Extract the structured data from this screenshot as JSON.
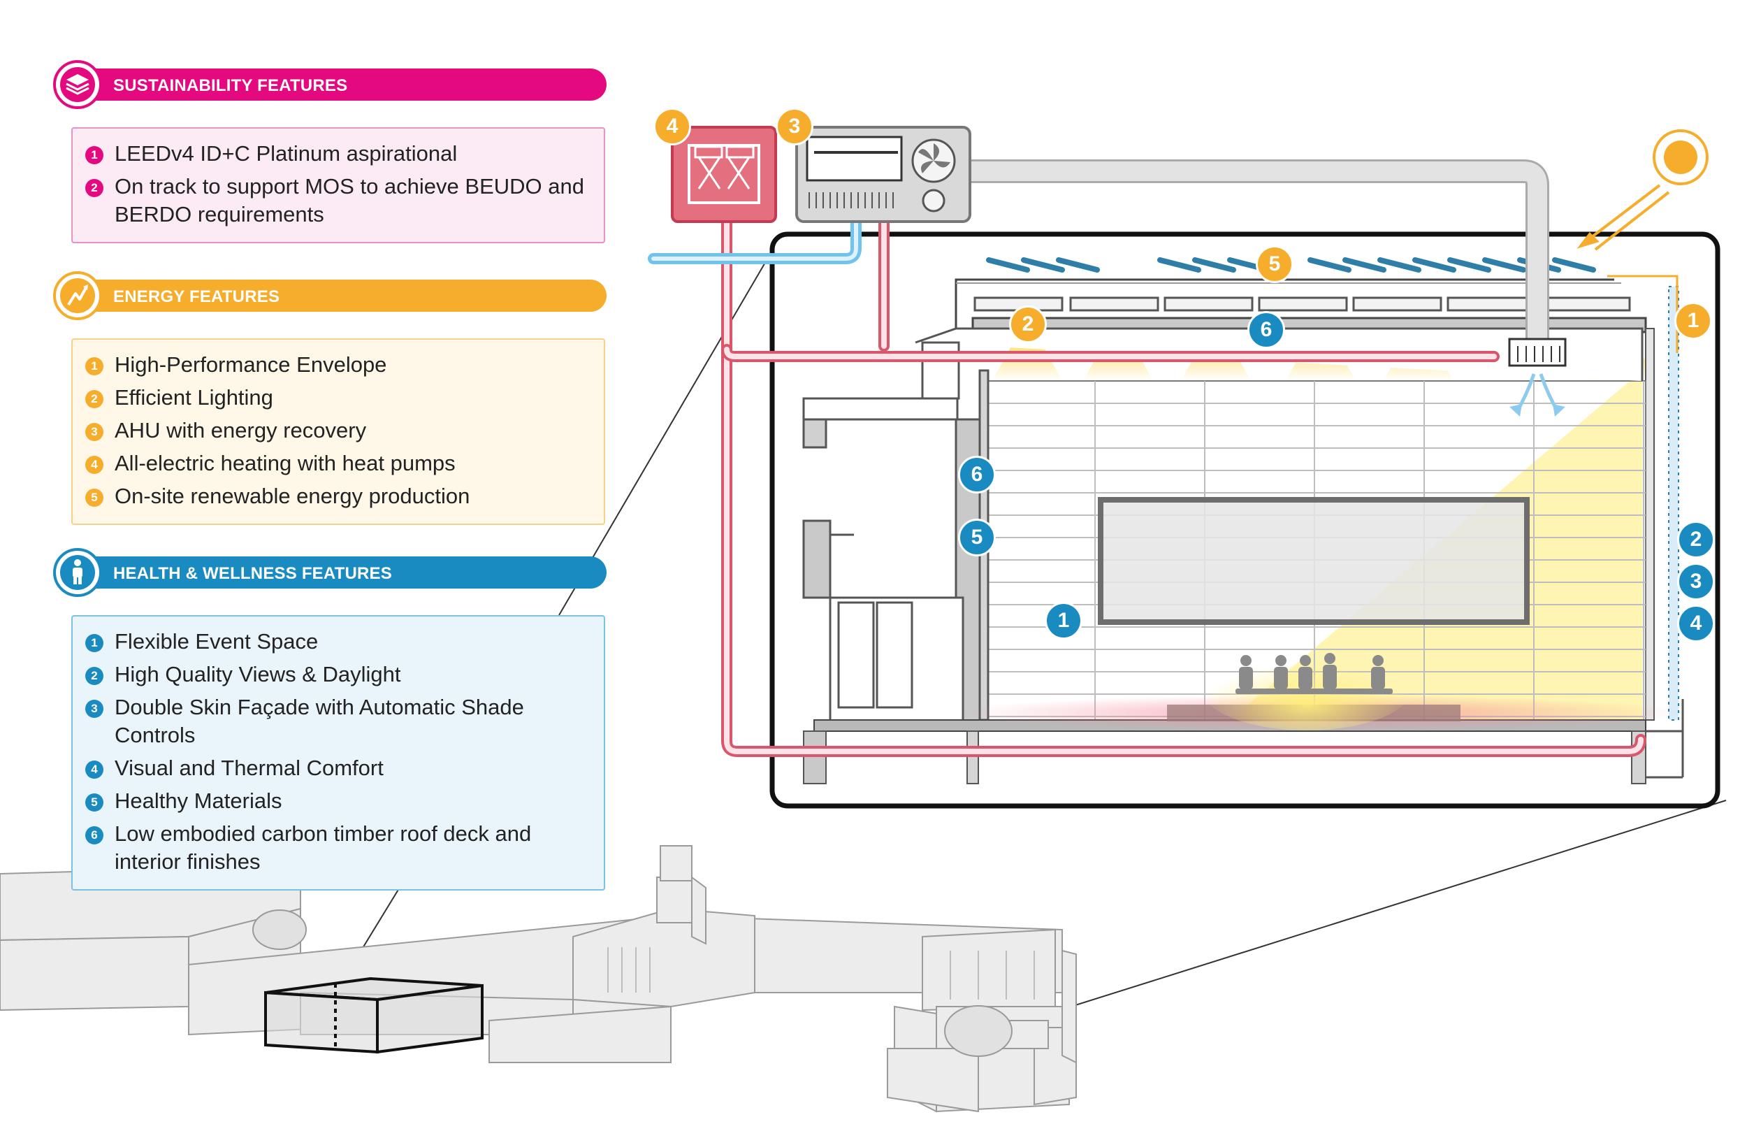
{
  "colors": {
    "sustainability": "#e5097f",
    "energy": "#f5ad2b",
    "health": "#1a8bc0",
    "duct_red": "#d9566b",
    "duct_gray": "#cfcfcf",
    "chilled_blue": "#6fc3ec"
  },
  "legend": {
    "sustainability": {
      "title": "SUSTAINABILITY FEATURES",
      "icon": "stacked-layers-icon",
      "items": [
        {
          "n": "1",
          "text": "LEEDv4 ID+C Platinum aspirational"
        },
        {
          "n": "2",
          "text": "On track to support MOS to achieve BEUDO and BERDO requirements"
        }
      ]
    },
    "energy": {
      "title": "ENERGY FEATURES",
      "icon": "lightning-bolt-icon",
      "items": [
        {
          "n": "1",
          "text": "High-Performance Envelope"
        },
        {
          "n": "2",
          "text": "Efficient Lighting"
        },
        {
          "n": "3",
          "text": "AHU with energy recovery"
        },
        {
          "n": "4",
          "text": "All-electric heating with heat pumps"
        },
        {
          "n": "5",
          "text": "On-site renewable energy production"
        }
      ]
    },
    "health": {
      "title": "HEALTH & WELLNESS FEATURES",
      "icon": "person-icon",
      "items": [
        {
          "n": "1",
          "text": "Flexible Event Space"
        },
        {
          "n": "2",
          "text": "High Quality Views & Daylight"
        },
        {
          "n": "3",
          "text": "Double Skin Façade with Automatic Shade Controls"
        },
        {
          "n": "4",
          "text": "Visual and Thermal Comfort"
        },
        {
          "n": "5",
          "text": "Healthy Materials"
        },
        {
          "n": "6",
          "text": "Low embodied carbon timber roof deck and interior finishes"
        }
      ]
    }
  },
  "callouts": {
    "energy": [
      "1",
      "2",
      "3",
      "4",
      "5"
    ],
    "health": [
      "1",
      "2",
      "3",
      "4",
      "5",
      "6"
    ]
  }
}
